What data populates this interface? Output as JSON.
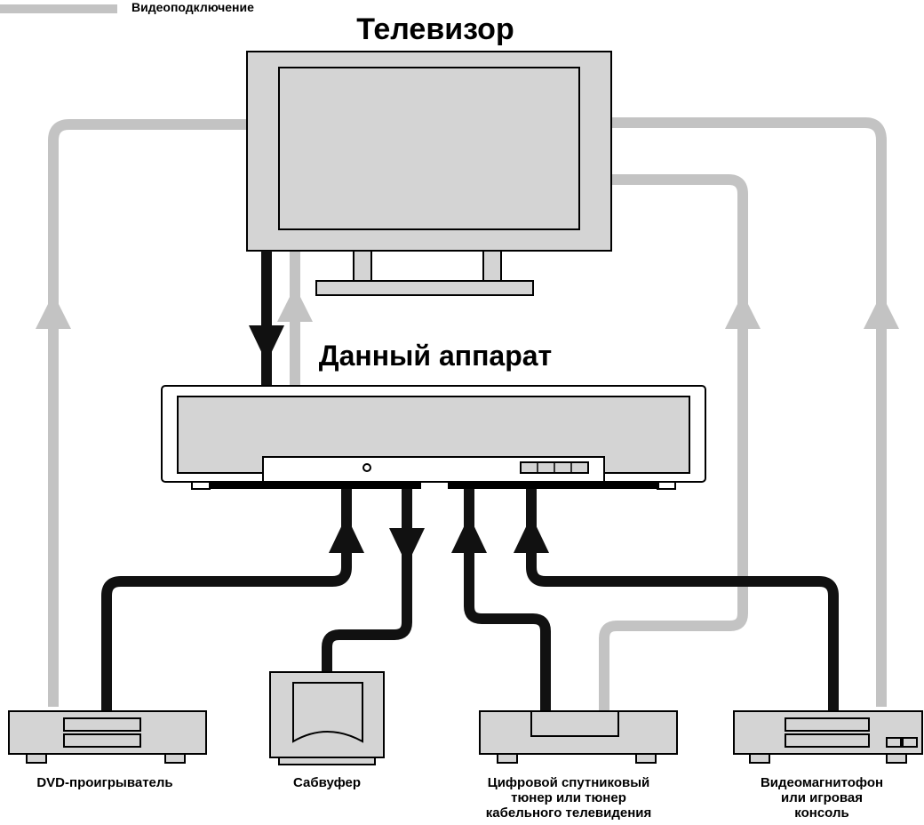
{
  "legend": {
    "video_connection": "Видеоподключение"
  },
  "colors": {
    "video_line": "#c3c3c3",
    "audio_line": "#111111",
    "device_fill": "#d4d4d4"
  },
  "tv": {
    "title": "Телевизор"
  },
  "unit": {
    "title": "Данный аппарат"
  },
  "devices": {
    "dvd": "DVD-проигрыватель",
    "subwoofer": "Сабвуфер",
    "satellite": [
      "Цифровой спутниковый",
      "тюнер или тюнер",
      "кабельного телевидения"
    ],
    "vcr": [
      "Видеомагнитофон",
      "или игровая",
      "консоль"
    ]
  }
}
